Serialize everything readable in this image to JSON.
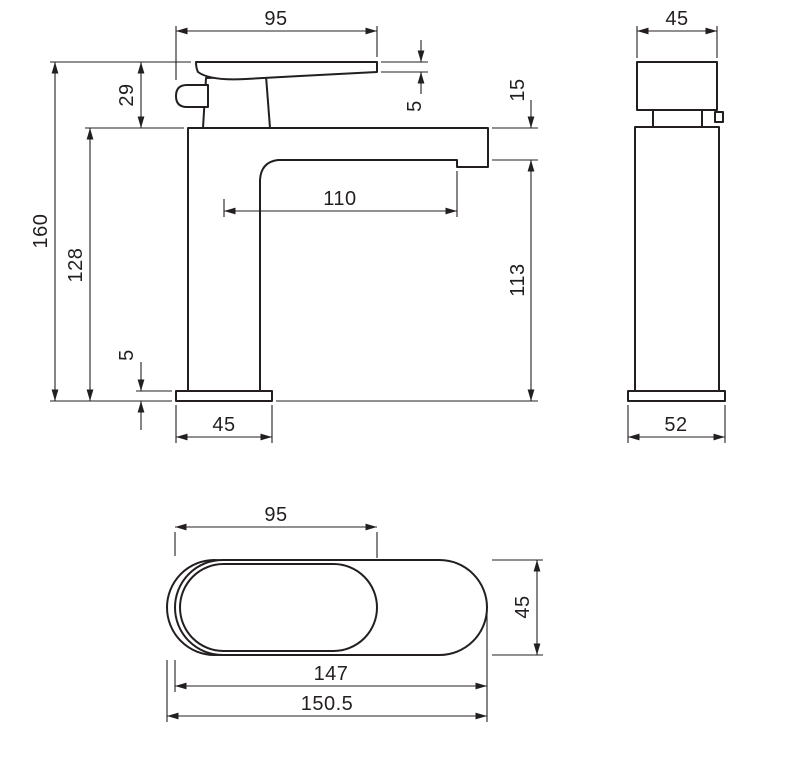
{
  "drawing": {
    "background": "#ffffff",
    "line_color": "#231f20",
    "subject": "basin-mixer-tap-dimension-drawing"
  },
  "dims": {
    "front": {
      "lever_length": "95",
      "handle_height": "29",
      "lever_tip_thickness": "5",
      "spout_height": "15",
      "spout_reach": "110",
      "overall_height": "160",
      "body_height": "128",
      "base_plate_thickness": "5",
      "spout_to_base": "113",
      "base_width": "45"
    },
    "side": {
      "top_width": "45",
      "base_depth": "52"
    },
    "top": {
      "lever_length": "95",
      "body_width": "45",
      "body_length": "147",
      "overall_length": "150.5"
    }
  }
}
